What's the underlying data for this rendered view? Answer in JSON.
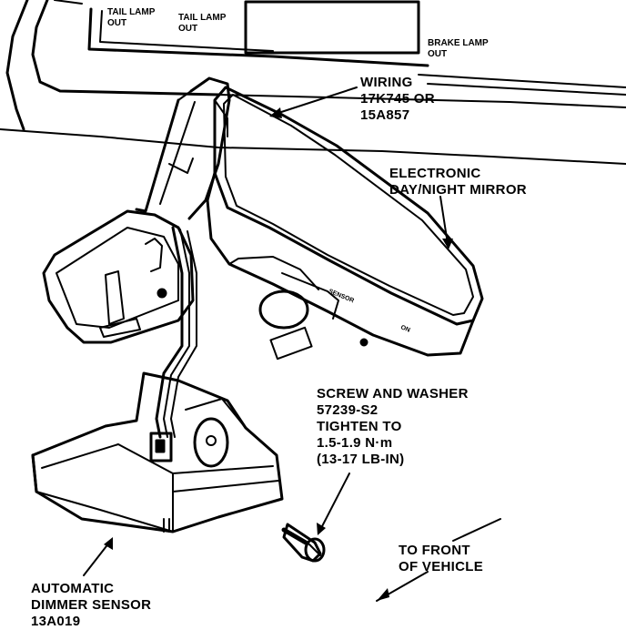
{
  "panel": {
    "tail_lamp_1": [
      "TAIL LAMP",
      "OUT"
    ],
    "tail_lamp_2": [
      "TAIL LAMP",
      "OUT"
    ],
    "brake_lamp": [
      "BRAKE LAMP",
      "OUT"
    ]
  },
  "callouts": {
    "wiring": [
      "WIRING",
      "17K745 OR",
      "15A857"
    ],
    "mirror": [
      "ELECTRONIC",
      "DAY/NIGHT MIRROR"
    ],
    "screw": [
      "SCREW AND WASHER",
      "57239-S2",
      "TIGHTEN TO",
      "1.5-1.9 N·m",
      "(13-17 LB-IN)"
    ],
    "front": [
      "TO FRONT",
      "OF VEHICLE"
    ],
    "sensor": [
      "AUTOMATIC",
      "DIMMER SENSOR",
      "13A019"
    ]
  },
  "mirror_markings": {
    "left": "SENSOR",
    "right": "ON"
  }
}
